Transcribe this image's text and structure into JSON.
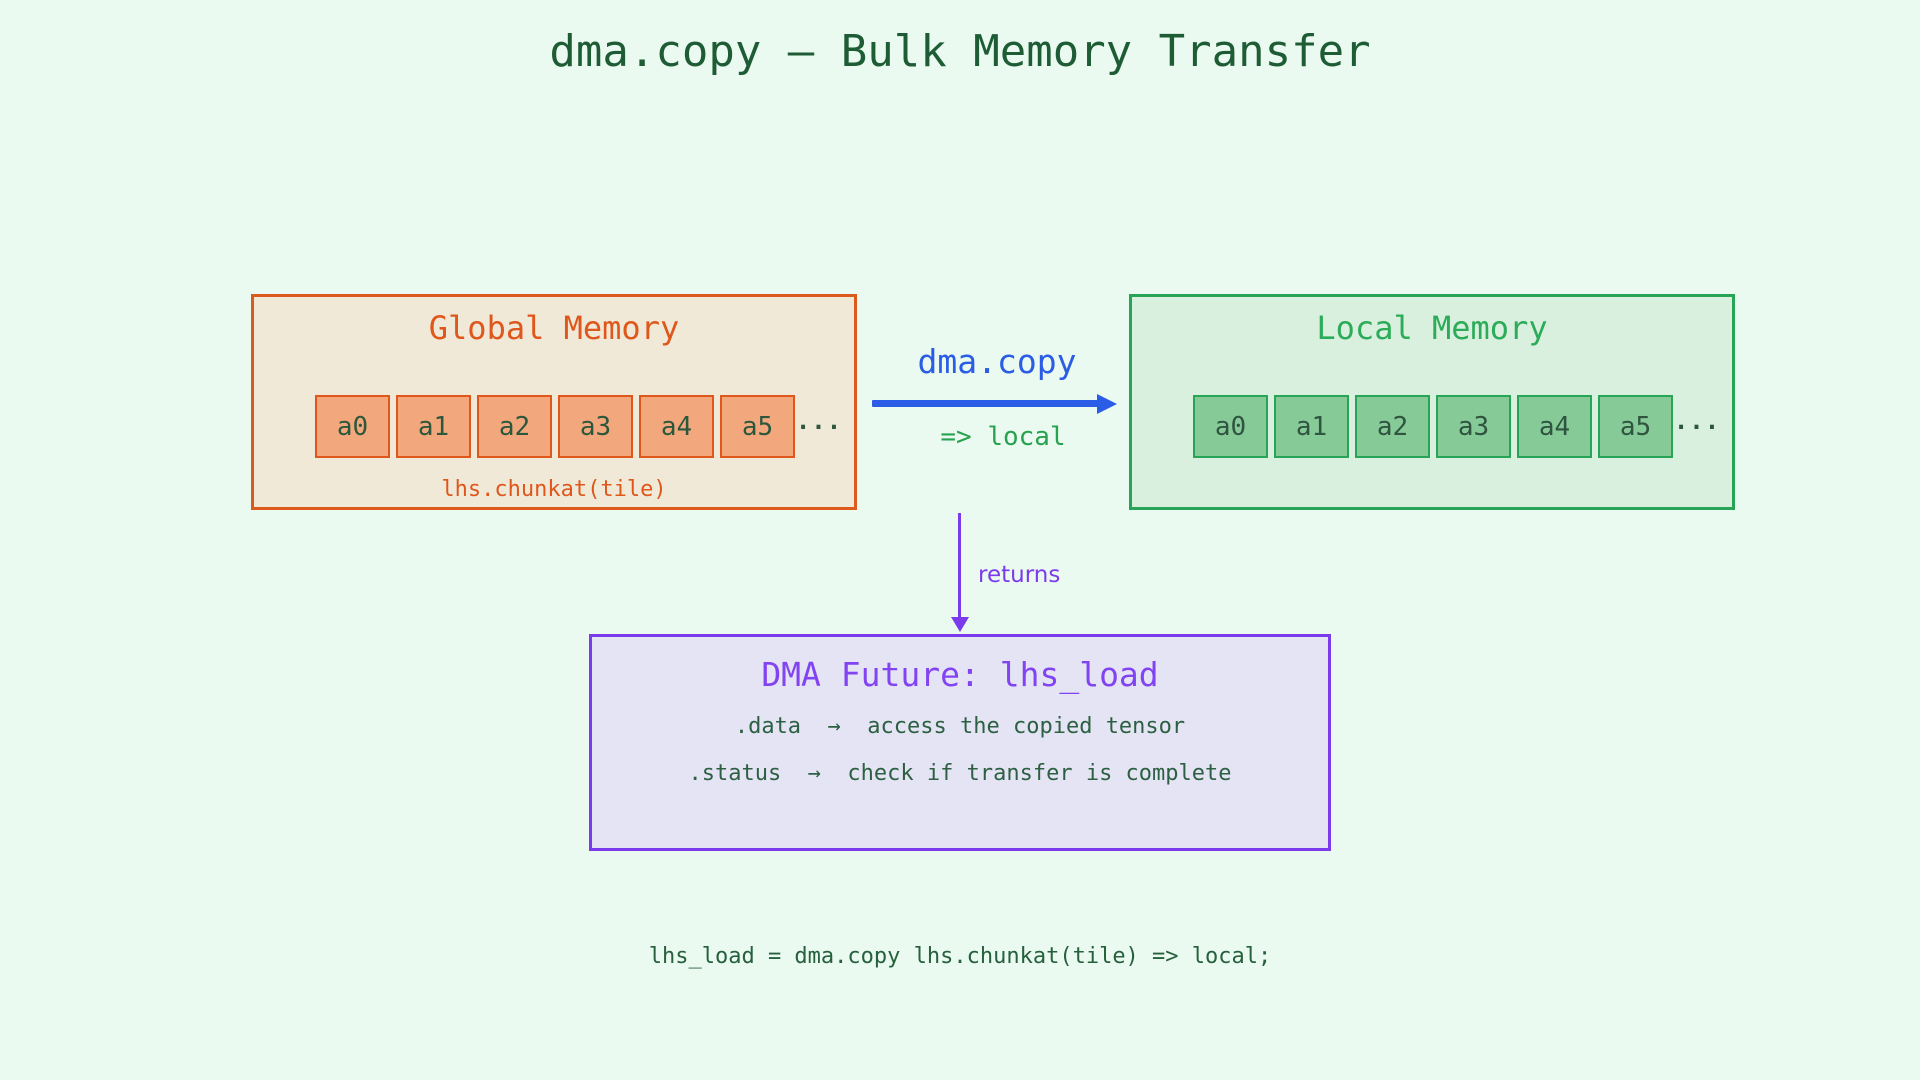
{
  "page": {
    "title": "dma.copy — Bulk Memory Transfer"
  },
  "global_memory": {
    "title": "Global Memory",
    "cells": [
      "a0",
      "a1",
      "a2",
      "a3",
      "a4",
      "a5"
    ],
    "ellipsis": "···",
    "label": "lhs.chunkat(tile)"
  },
  "local_memory": {
    "title": "Local Memory",
    "cells": [
      "a0",
      "a1",
      "a2",
      "a3",
      "a4",
      "a5"
    ],
    "ellipsis": "···"
  },
  "transfer": {
    "label": "dma.copy",
    "sublabel": "=> local"
  },
  "returns": {
    "label": "returns"
  },
  "dma_future": {
    "title": "DMA Future: lhs_load",
    "line_data": ".data  →  access the copied tensor",
    "line_status": ".status  →  check if transfer is complete"
  },
  "code": {
    "line": "lhs_load = dma.copy lhs.chunkat(tile) => local;"
  },
  "colors": {
    "background": "#eafaf0",
    "title_green": "#1e5c35",
    "orange_border": "#dd5a1d",
    "orange_text": "#e0571c",
    "global_box_bg": "#f1e9d8",
    "global_cell_bg": "#f2a87c",
    "cell_text_green": "#2d573c",
    "green_border": "#28a457",
    "green_title": "#2cab59",
    "local_box_bg": "#d9f0de",
    "local_cell_bg": "#86cb97",
    "arrow_blue": "#2b5ce6",
    "local_green": "#28a24f",
    "purple": "#7b3bec",
    "purple_title": "#8243f2",
    "future_box_bg": "#e4e4f4",
    "body_text_green": "#2d6042"
  }
}
